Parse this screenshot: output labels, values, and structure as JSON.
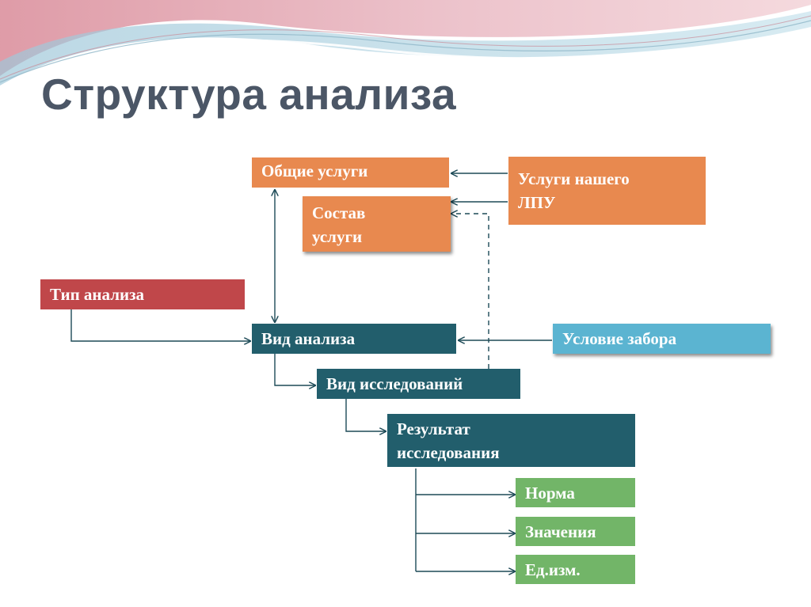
{
  "slide": {
    "title": "Структура анализа"
  },
  "colors": {
    "orange": "#e8894f",
    "red": "#c0474a",
    "teal": "#225e6c",
    "blue": "#5bb4d1",
    "green": "#72b568",
    "title_text": "#4b5666",
    "connector": "#1d4a57"
  },
  "boxes": {
    "obschie_uslugi": "Общие услуги",
    "sostav_uslugi": "Состав\nуслуги",
    "uslugi_nashego_lpu": "Услуги нашего\nЛПУ",
    "tip_analiza": "Тип анализа",
    "vid_analiza": "Вид анализа",
    "uslovie_zabora": "Условие забора",
    "vid_issledovaniy": "Вид исследований",
    "rezultat_issledovaniya": "Результат\nисследования",
    "norma": "Норма",
    "znacheniya": "Значения",
    "ed_izm": "Ед.изм."
  }
}
